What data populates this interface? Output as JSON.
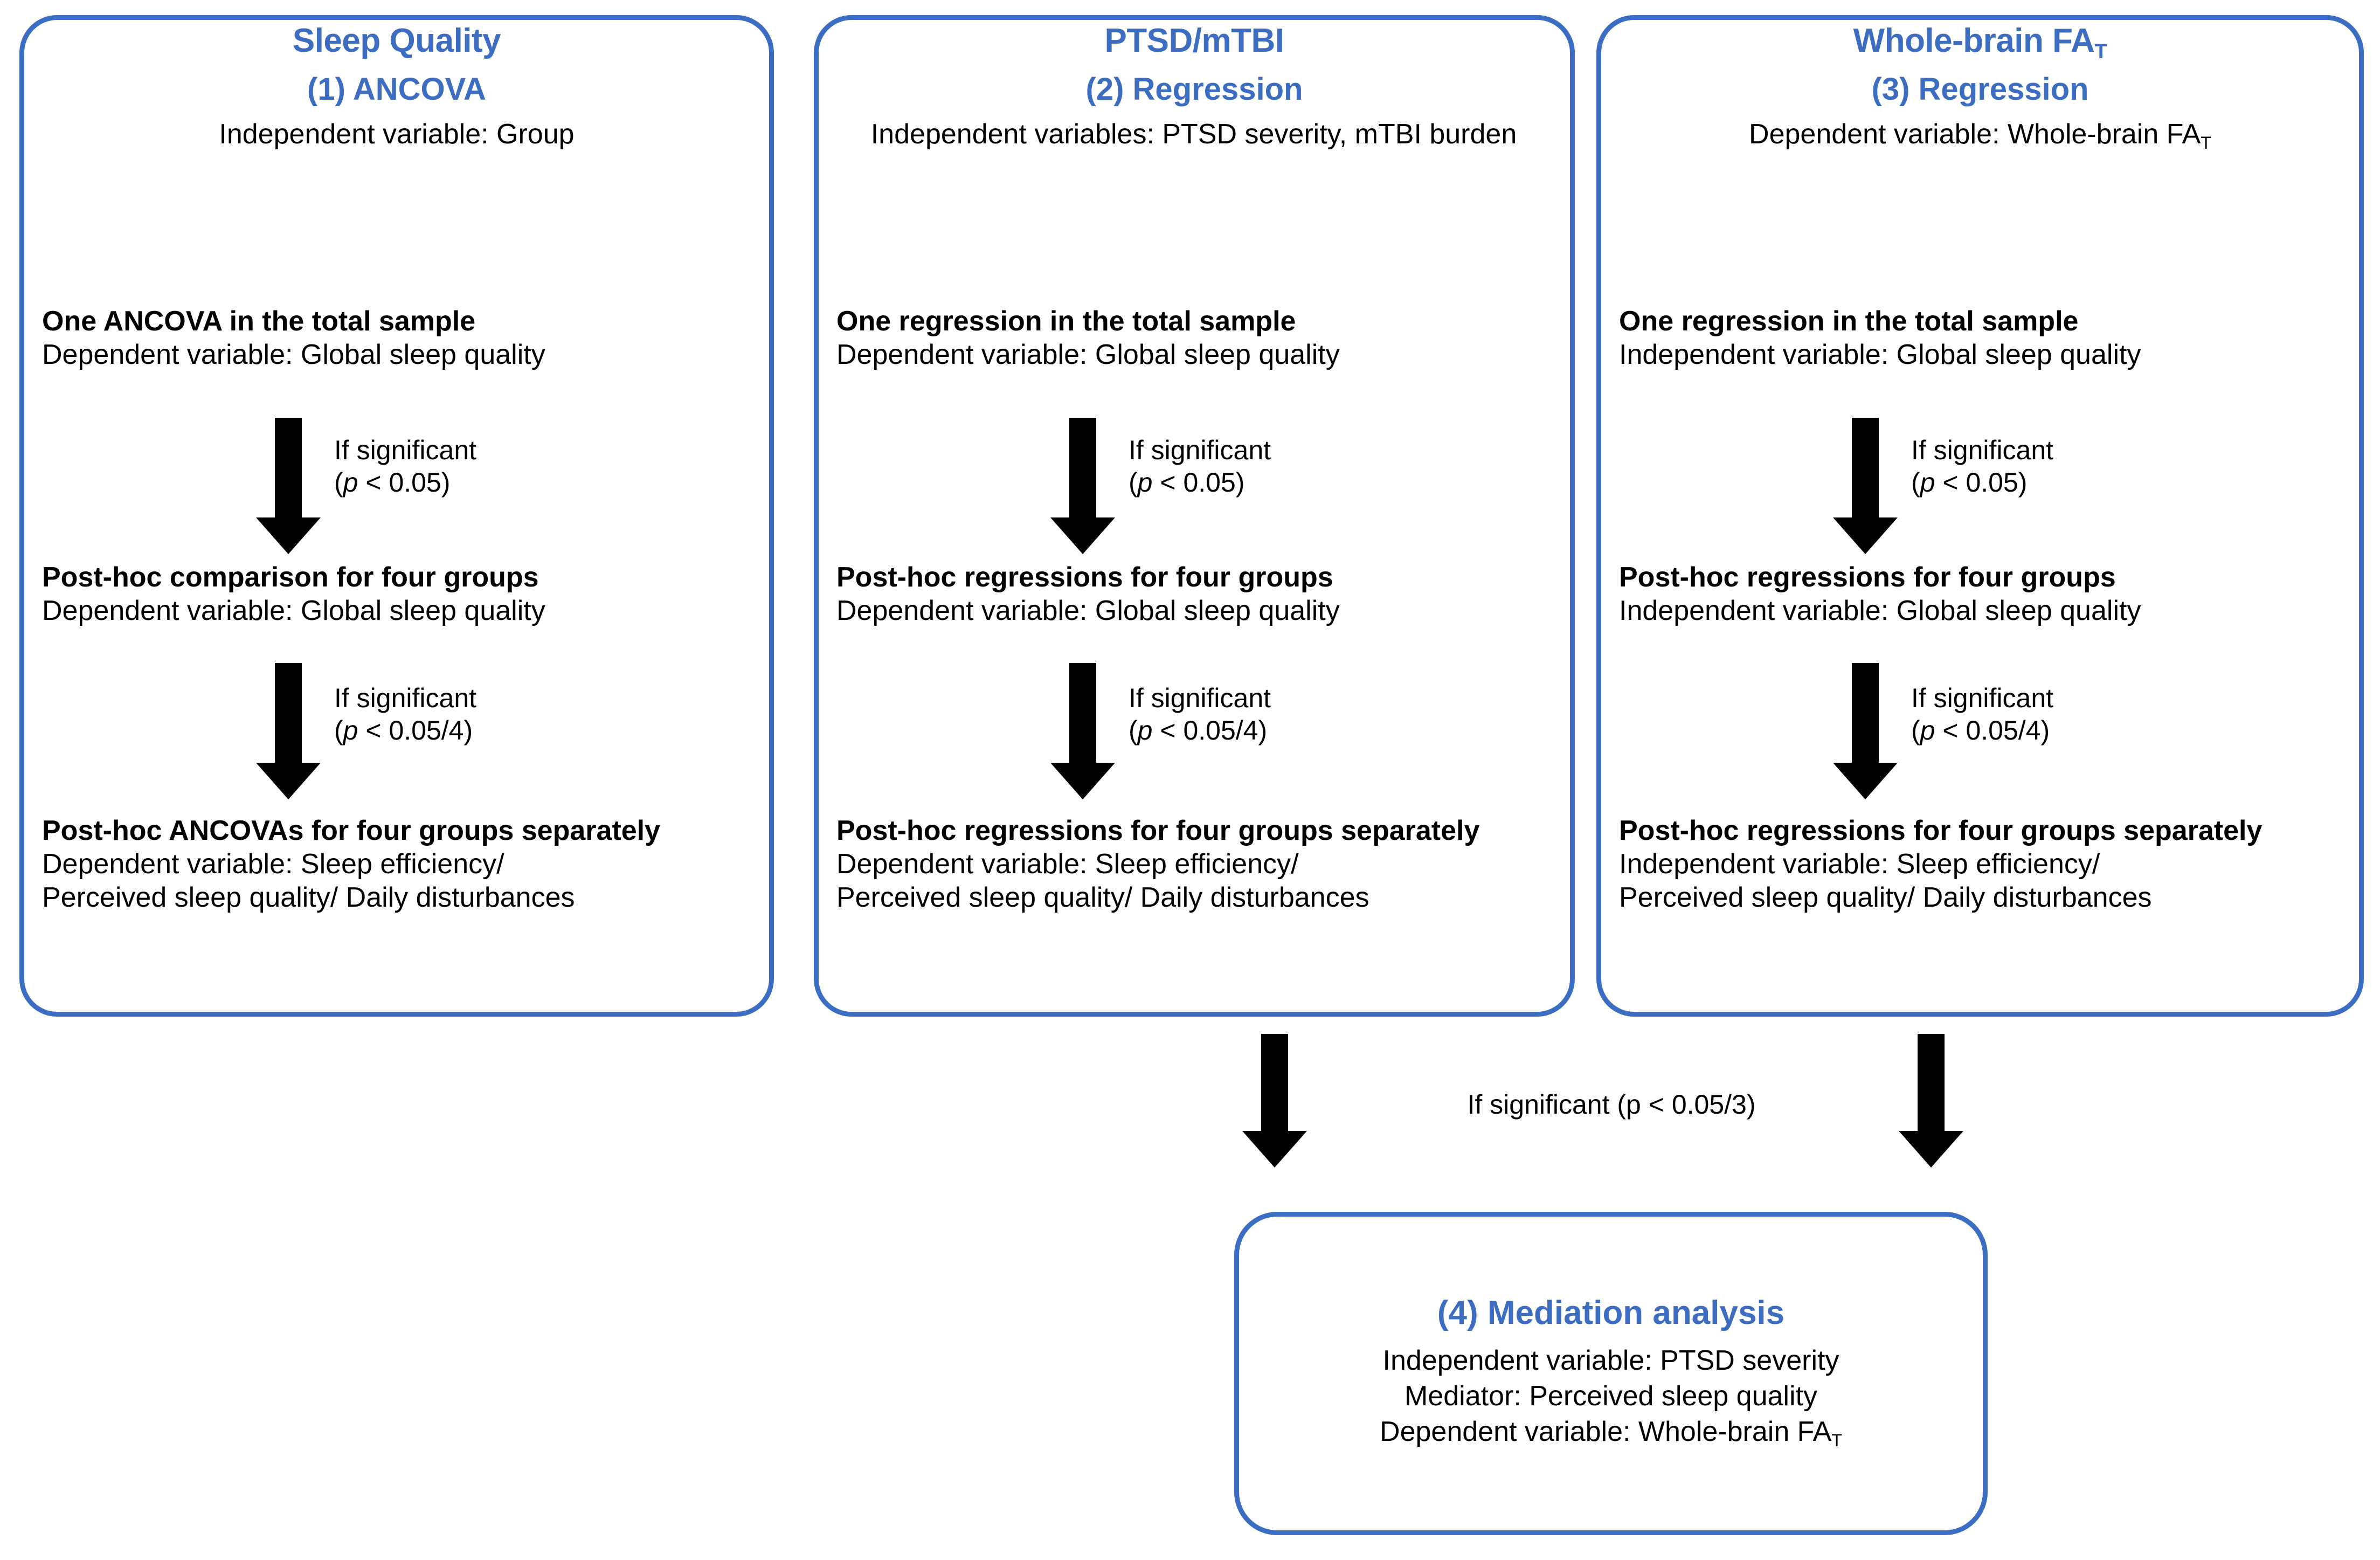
{
  "columns": [
    {
      "title": "Sleep Quality",
      "analysis_label": "(1) ANCOVA",
      "variable_line": "Independent variable: Group",
      "steps": [
        {
          "header": "One ANCOVA in the total sample",
          "subline": "Dependent variable: Global sleep quality"
        },
        {
          "header": "Post-hoc comparison for four groups",
          "subline": "Dependent variable: Global sleep quality"
        },
        {
          "header": "Post-hoc ANCOVAs for four groups separately",
          "subline_1": "Dependent variable: Sleep efficiency/",
          "subline_2": "Perceived sleep quality/ Daily disturbances"
        }
      ],
      "arrows": [
        {
          "label_line1": "If significant",
          "label_line2_pre": "(",
          "label_italic": "p",
          "label_line2_post": " < 0.05)"
        },
        {
          "label_line1": "If significant",
          "label_line2_pre": "(",
          "label_italic": "p",
          "label_line2_post": " < 0.05/4)"
        }
      ]
    },
    {
      "title": "PTSD/mTBI",
      "analysis_label": "(2) Regression",
      "variable_line": "Independent variables: PTSD severity, mTBI burden",
      "steps": [
        {
          "header": "One regression in the total sample",
          "subline": "Dependent variable: Global sleep quality"
        },
        {
          "header": "Post-hoc regressions for four groups",
          "subline": "Dependent variable: Global sleep quality"
        },
        {
          "header": "Post-hoc regressions for four groups separately",
          "subline_1": "Dependent variable: Sleep efficiency/",
          "subline_2": "Perceived sleep quality/ Daily disturbances"
        }
      ],
      "arrows": [
        {
          "label_line1": "If significant",
          "label_line2_pre": "(",
          "label_italic": "p",
          "label_line2_post": " < 0.05)"
        },
        {
          "label_line1": "If significant",
          "label_line2_pre": "(",
          "label_italic": "p",
          "label_line2_post": " < 0.05/4)"
        }
      ]
    },
    {
      "title_pre": "Whole-brain FA",
      "title_sub": "T",
      "analysis_label": "(3) Regression",
      "variable_line_pre": "Dependent variable: Whole-brain FA",
      "variable_line_sub": "T",
      "steps": [
        {
          "header": "One regression in the total sample",
          "subline": "Independent variable: Global sleep quality"
        },
        {
          "header": "Post-hoc regressions for four groups",
          "subline": "Independent variable: Global sleep quality"
        },
        {
          "header": "Post-hoc regressions for four groups separately",
          "subline_1": "Independent variable: Sleep efficiency/",
          "subline_2": "Perceived sleep quality/ Daily disturbances"
        }
      ],
      "arrows": [
        {
          "label_line1": "If significant",
          "label_line2_pre": "(",
          "label_italic": "p",
          "label_line2_post": " < 0.05)"
        },
        {
          "label_line1": "If significant",
          "label_line2_pre": "(",
          "label_italic": "p",
          "label_line2_post": " < 0.05/4)"
        }
      ]
    }
  ],
  "branch": {
    "label": "If significant (p < 0.05/3)"
  },
  "mediation": {
    "title": "(4) Mediation analysis",
    "line_independent": "Independent variable: PTSD severity",
    "line_mediator": "Mediator: Perceived sleep quality",
    "line_dependent_pre": "Dependent variable: Whole-brain FA",
    "line_dependent_sub": "T"
  },
  "colors": {
    "border_blue": "#3B6EC2",
    "heading_blue": "#3C6DC0",
    "arrow_black": "#000000",
    "background": "#FFFFFF"
  }
}
